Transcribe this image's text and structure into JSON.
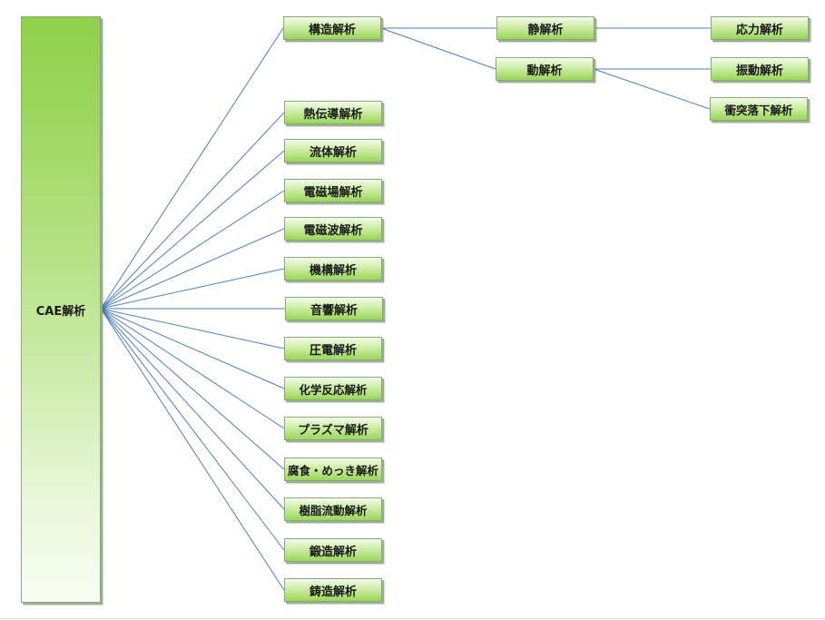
{
  "root": {
    "id": "cae",
    "label": "CAE解析"
  },
  "nodes": [
    {
      "id": "kozo",
      "label": "構造解析"
    },
    {
      "id": "sei",
      "label": "静解析"
    },
    {
      "id": "do",
      "label": "動解析"
    },
    {
      "id": "oryoku",
      "label": "応力解析"
    },
    {
      "id": "shindo",
      "label": "振動解析"
    },
    {
      "id": "shototsu",
      "label": "衝突落下解析"
    },
    {
      "id": "netsu",
      "label": "熱伝導解析"
    },
    {
      "id": "ryutai",
      "label": "流体解析"
    },
    {
      "id": "denjiba",
      "label": "電磁場解析"
    },
    {
      "id": "denjiha",
      "label": "電磁波解析"
    },
    {
      "id": "kiko",
      "label": "機構解析"
    },
    {
      "id": "onkyo",
      "label": "音響解析"
    },
    {
      "id": "atsuden",
      "label": "圧電解析"
    },
    {
      "id": "kagaku",
      "label": "化学反応解析"
    },
    {
      "id": "plasma",
      "label": "プラズマ解析"
    },
    {
      "id": "fushoku",
      "label": "腐食・めっき解析"
    },
    {
      "id": "jushi",
      "label": "樹脂流動解析"
    },
    {
      "id": "tanzo",
      "label": "鍛造解析"
    },
    {
      "id": "chuzo",
      "label": "鋳造解析"
    }
  ],
  "edges": [
    [
      "cae",
      "kozo"
    ],
    [
      "cae",
      "netsu"
    ],
    [
      "cae",
      "ryutai"
    ],
    [
      "cae",
      "denjiba"
    ],
    [
      "cae",
      "denjiha"
    ],
    [
      "cae",
      "kiko"
    ],
    [
      "cae",
      "onkyo"
    ],
    [
      "cae",
      "atsuden"
    ],
    [
      "cae",
      "kagaku"
    ],
    [
      "cae",
      "plasma"
    ],
    [
      "cae",
      "fushoku"
    ],
    [
      "cae",
      "jushi"
    ],
    [
      "cae",
      "tanzo"
    ],
    [
      "cae",
      "chuzo"
    ],
    [
      "kozo",
      "sei"
    ],
    [
      "kozo",
      "do"
    ],
    [
      "sei",
      "oryoku"
    ],
    [
      "do",
      "shindo"
    ],
    [
      "do",
      "shototsu"
    ]
  ],
  "colors": {
    "connector": "#4f7fb8",
    "node_fill_light": "#f3fbe9",
    "node_fill_mid": "#c9ec9f",
    "node_fill_dark": "#9ad55a",
    "root_fill_top": "#8fd04a",
    "node_border": "#8aa879"
  }
}
